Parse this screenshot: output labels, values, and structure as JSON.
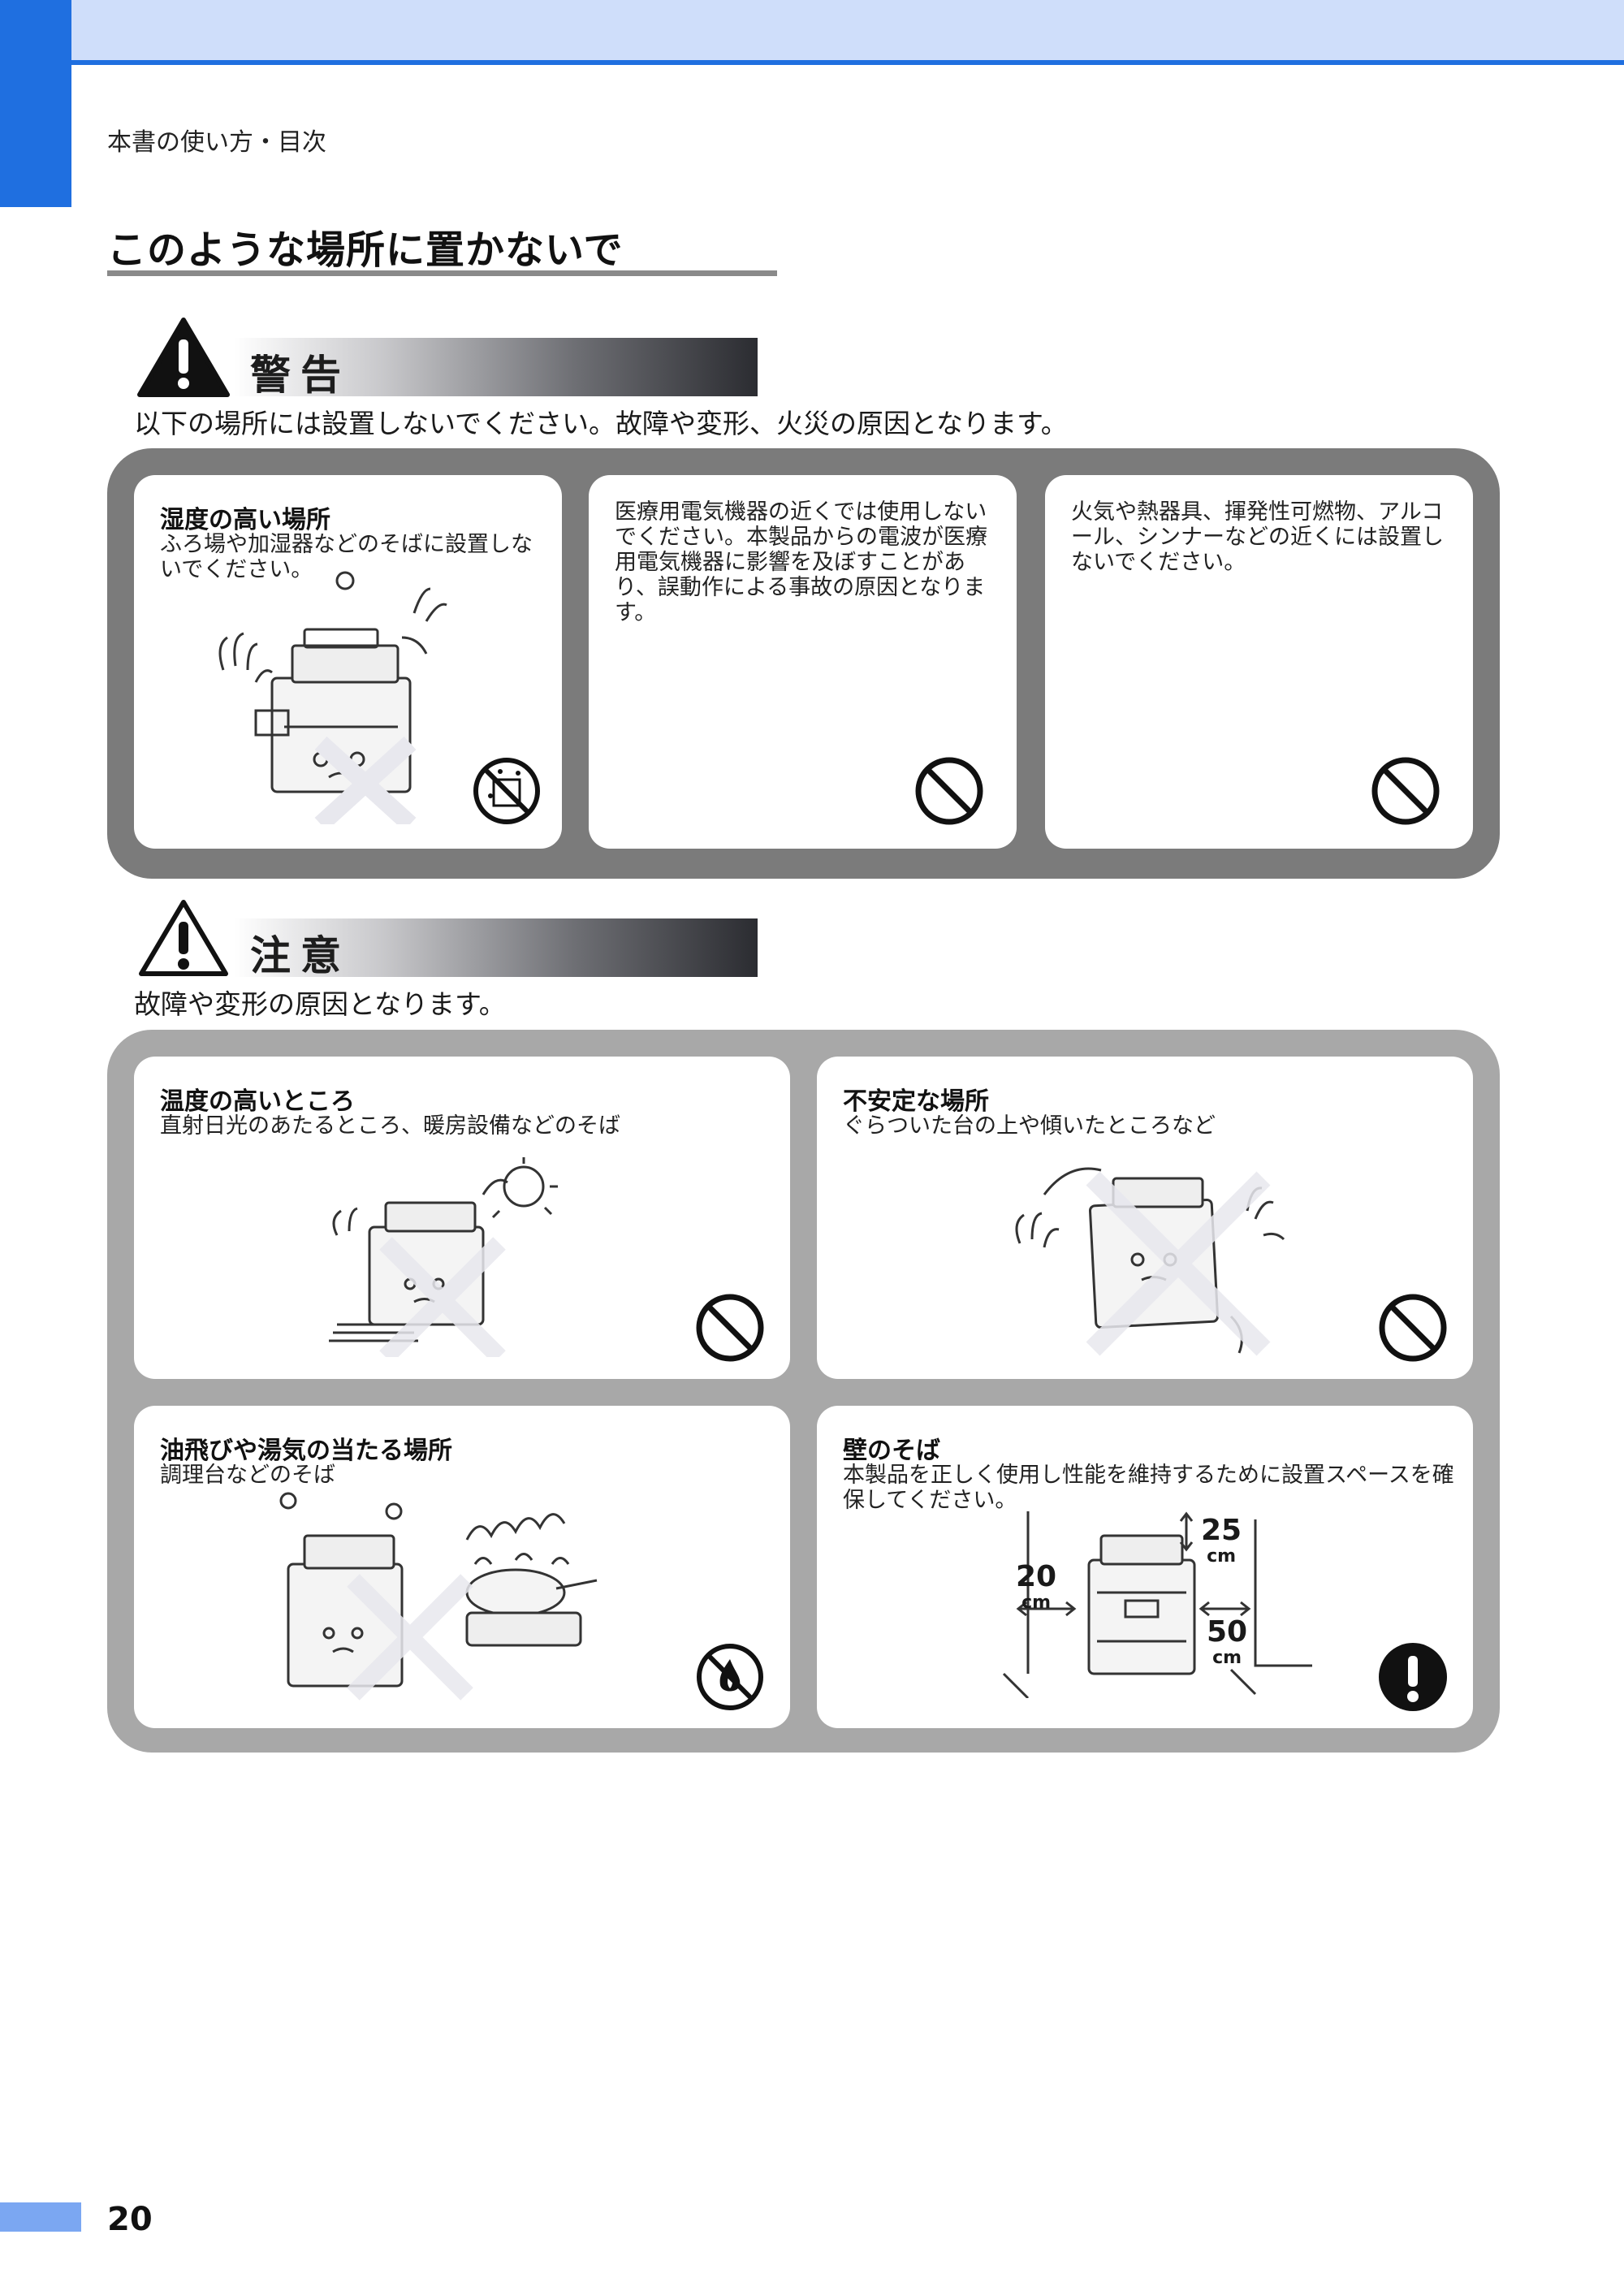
{
  "header": {
    "breadcrumb": "本書の使い方・目次"
  },
  "page_title": "このような場所に置かないで",
  "warning": {
    "label": "警告",
    "description": "以下の場所には設置しないでください。故障や変形、火災の原因となります。",
    "cards": [
      {
        "title": "湿度の高い場所",
        "text": "ふろ場や加湿器などのそばに設置しないでください。",
        "icon": "no-humidity-icon"
      },
      {
        "title": "",
        "text": "医療用電気機器の近くでは使用しないでください。本製品からの電波が医療用電気機器に影響を及ぼすことがあり、誤動作による事故の原因となります。",
        "icon": "prohibited-icon"
      },
      {
        "title": "",
        "text": "火気や熱器具、揮発性可燃物、アルコール、シンナーなどの近くには設置しないでください。",
        "icon": "prohibited-icon"
      }
    ]
  },
  "caution": {
    "label": "注意",
    "description": "故障や変形の原因となります。",
    "cards": [
      {
        "title": "温度の高いところ",
        "text": "直射日光のあたるところ、暖房設備などのそば",
        "icon": "prohibited-icon"
      },
      {
        "title": "不安定な場所",
        "text": "ぐらついた台の上や傾いたところなど",
        "icon": "prohibited-icon"
      },
      {
        "title": "油飛びや湯気の当たる場所",
        "text": "調理台などのそば",
        "icon": "no-fire-icon"
      },
      {
        "title": "壁のそば",
        "text": "本製品を正しく使用し性能を維持するために設置スペースを確保してください。",
        "icon": "mandatory-icon"
      }
    ],
    "clearance": {
      "top": "25",
      "left": "20",
      "right": "50",
      "unit": "cm"
    }
  },
  "footer": {
    "page_number": "20"
  },
  "colors": {
    "accent": "#1f6fe0",
    "header_band": "#cfdefa",
    "warning_panel": "#7b7b7b",
    "caution_panel": "#a8a8a8"
  }
}
